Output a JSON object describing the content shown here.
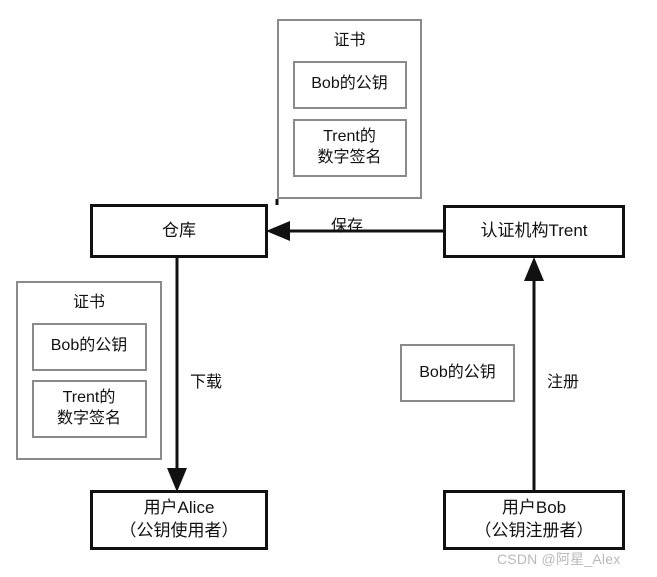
{
  "diagram": {
    "title_watermark": "CSDN @阿星_Alex",
    "certificate_top": {
      "title": "证书",
      "public_key_label": "Bob的公钥",
      "signature_line1": "Trent的",
      "signature_line2": "数字签名"
    },
    "certificate_left": {
      "title": "证书",
      "public_key_label": "Bob的公钥",
      "signature_line1": "Trent的",
      "signature_line2": "数字签名"
    },
    "repository": {
      "label": "仓库"
    },
    "authority": {
      "label": "认证机构Trent"
    },
    "bob_public_key": {
      "label": "Bob的公钥"
    },
    "alice": {
      "line1": "用户Alice",
      "line2": "（公钥使用者）"
    },
    "bob": {
      "line1": "用户Bob",
      "line2": "（公钥注册者）"
    },
    "arrows": {
      "save": "保存",
      "download": "下载",
      "register": "注册"
    },
    "colors": {
      "stroke_strong": "#111111",
      "stroke_thin": "#8a8a8a",
      "background": "#ffffff",
      "watermark": "#b9b9b9"
    }
  }
}
